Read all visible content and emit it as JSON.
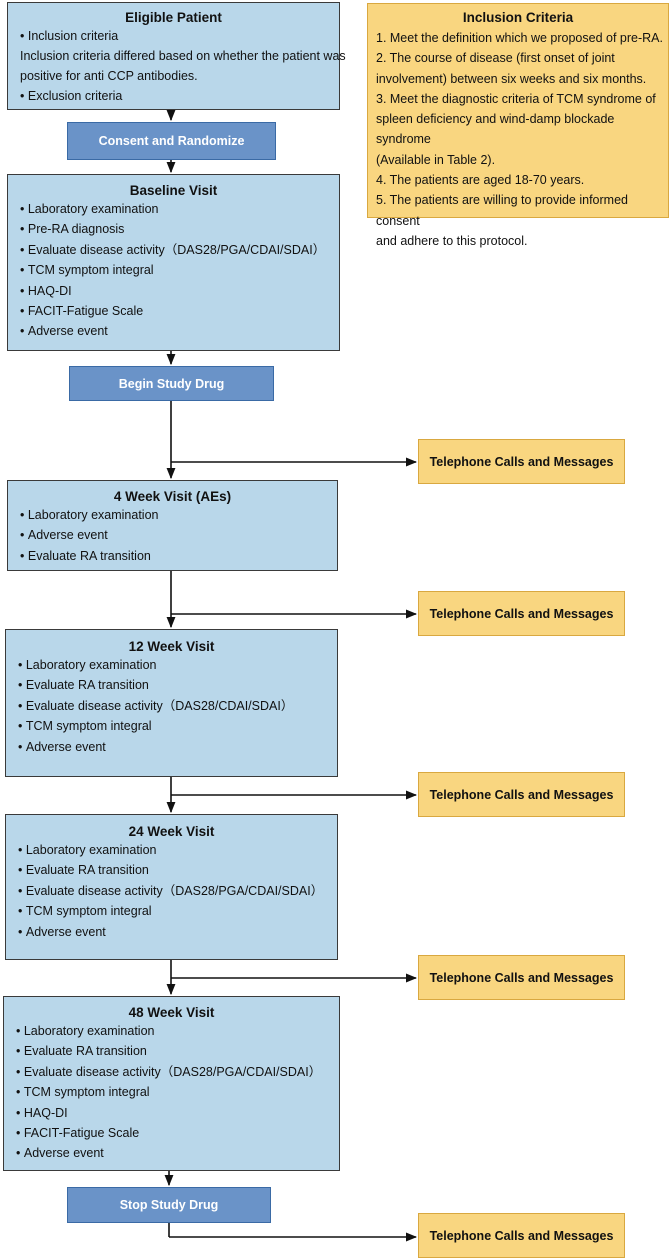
{
  "eligible": {
    "title": "Eligible Patient",
    "inclusion_label": "Inclusion criteria",
    "note_line1": "Inclusion criteria differed based on whether the patient was",
    "note_line2": "positive for anti CCP antibodies.",
    "exclusion_label": "Exclusion criteria"
  },
  "inclusion_criteria": {
    "title": "Inclusion Criteria",
    "lines": [
      "1. Meet the definition which we proposed of pre-RA.",
      "2. The course of disease (first onset of joint",
      "involvement) between six weeks and six months.",
      "3. Meet the diagnostic criteria of TCM syndrome of",
      "spleen deficiency and wind-damp blockade syndrome",
      "(Available in Table 2).",
      "4. The patients are aged 18-70 years.",
      "5. The patients are willing to provide informed consent",
      "and adhere to this protocol."
    ]
  },
  "steps": {
    "consent": "Consent and Randomize",
    "begin_drug": "Begin Study Drug",
    "stop_drug": "Stop Study Drug"
  },
  "telephone_label": "Telephone Calls and Messages",
  "visits": {
    "baseline": {
      "title": "Baseline Visit",
      "items": [
        "Laboratory examination",
        "Pre-RA diagnosis",
        "Evaluate disease activity（DAS28/PGA/CDAI/SDAI）",
        "TCM symptom integral",
        "HAQ-DI",
        "FACIT-Fatigue Scale",
        "Adverse event"
      ]
    },
    "week4": {
      "title": "4 Week Visit (AEs)",
      "items": [
        "Laboratory examination",
        "Adverse event",
        "Evaluate RA transition"
      ]
    },
    "week12": {
      "title": "12 Week Visit",
      "items": [
        "Laboratory examination",
        "Evaluate RA transition",
        "Evaluate disease activity（DAS28/CDAI/SDAI）",
        "TCM symptom integral",
        "Adverse event"
      ]
    },
    "week24": {
      "title": "24 Week Visit",
      "items": [
        "Laboratory examination",
        "Evaluate RA transition",
        "Evaluate disease activity（DAS28/PGA/CDAI/SDAI）",
        "TCM symptom integral",
        "Adverse event"
      ]
    },
    "week48": {
      "title": "48 Week Visit",
      "items": [
        "Laboratory examination",
        "Evaluate RA transition",
        "Evaluate disease activity（DAS28/PGA/CDAI/SDAI）",
        "TCM symptom integral",
        "HAQ-DI",
        "FACIT-Fatigue Scale",
        "Adverse event"
      ]
    }
  },
  "colors": {
    "visit_fill": "#b9d7ea",
    "step_fill": "#6a93c8",
    "note_fill": "#f9d680",
    "line": "#111111"
  }
}
